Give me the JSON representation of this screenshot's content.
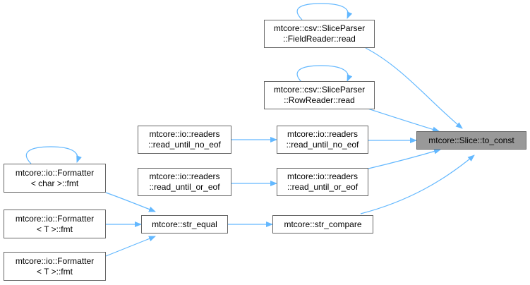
{
  "colors": {
    "edge": "#63b8ff",
    "node_border": "#666666",
    "focus_fill": "#999999",
    "node_fill": "#ffffff"
  },
  "nodes": {
    "to_const": {
      "lines": [
        "mtcore::Slice::to_const"
      ]
    },
    "field_reader_read": {
      "lines": [
        "mtcore::csv::SliceParser",
        "::FieldReader::read"
      ]
    },
    "row_reader_read": {
      "lines": [
        "mtcore::csv::SliceParser",
        "::RowReader::read"
      ]
    },
    "read_until_no_eof_left": {
      "lines": [
        "mtcore::io::readers",
        "::read_until_no_eof"
      ]
    },
    "read_until_no_eof_right": {
      "lines": [
        "mtcore::io::readers",
        "::read_until_no_eof"
      ]
    },
    "read_until_or_eof_left": {
      "lines": [
        "mtcore::io::readers",
        "::read_until_or_eof"
      ]
    },
    "read_until_or_eof_right": {
      "lines": [
        "mtcore::io::readers",
        "::read_until_or_eof"
      ]
    },
    "formatter_char_fmt": {
      "lines": [
        "mtcore::io::Formatter",
        "< char >::fmt"
      ]
    },
    "formatter_t_fmt_1": {
      "lines": [
        "mtcore::io::Formatter",
        "< T >::fmt"
      ]
    },
    "formatter_t_fmt_2": {
      "lines": [
        "mtcore::io::Formatter",
        "< T >::fmt"
      ]
    },
    "str_equal": {
      "lines": [
        "mtcore::str_equal"
      ]
    },
    "str_compare": {
      "lines": [
        "mtcore::str_compare"
      ]
    }
  }
}
